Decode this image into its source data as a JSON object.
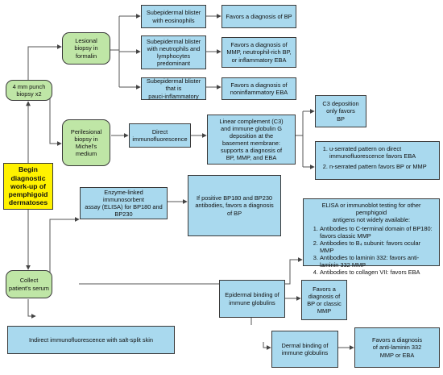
{
  "nodes": {
    "begin": "Begin\ndiagnostic\nwork-up of\npemphigoid\ndermatoses",
    "punch": "4 mm punch\nbiopsy x2",
    "lesional": "Lesional\nbiopsy in\nformalin",
    "perilesional": "Perilesional\nbiopsy in\nMichel's\nmedium",
    "blister_eos": "Subepidermal blister\nwith eosinophils",
    "blister_neut": "Subepidermal blister\nwith neutrophils and\nlymphocytes\npredominant",
    "blister_pauci": "Subepidermal blister\nthat is\npauci-inflammatory",
    "favors_bp": "Favors a diagnosis of BP",
    "favors_mmp": "Favors a diagnosis of\nMMP, neutrophil-rich BP,\nor inflammatory EBA",
    "favors_nonin": "Favors a diagnosis of\nnoninflammatory EBA",
    "dif": "Direct\nimmunofluorescence",
    "linear": "Linear complement (C3)\nand immune globulin G\ndeposition at the\nbasement membrane:\nsupports a diagnosis of\nBP, MMP, and EBA",
    "c3_only": "C3 deposition\nonly favors\nBP",
    "serrated_1": "u-serrated pattern on direct immunofluorescence favors EBA",
    "serrated_2": "n-serrated pattern favors BP or MMP",
    "elisa": "Enzyme-linked immunosorbent\nassay (ELISA) for BP180 and\nBP230",
    "elisa_pos": "If positive BP180 and BP230\nantibodies, favors a diagnosis\nof BP",
    "other_title": "ELISA or immunoblot testing for other pemphigoid\nantigens not widely available:",
    "other_1": "Antibodies to C-terminal domain of BP180: favors classic MMP",
    "other_2": "Antibodies to B₄ subunit: favors ocular MMP",
    "other_3": "Antibodies to laminin 332: favors anti-laminin 332 MMP",
    "other_4": "Antibodies to collagen VII: favors EBA",
    "serum": "Collect\npatient's serum",
    "iif": "Indirect immunofluorescence with salt-split skin",
    "epidermal": "Epidermal binding of\nimmune globulins",
    "favors_bp_mmp": "Favors a\ndiagnosis of\nBP or classic\nMMP",
    "dermal": "Dermal binding of\nimmune globulins",
    "favors_lam": "Favors a diagnosis\nof anti-laminin 332\nMMP or EBA"
  }
}
